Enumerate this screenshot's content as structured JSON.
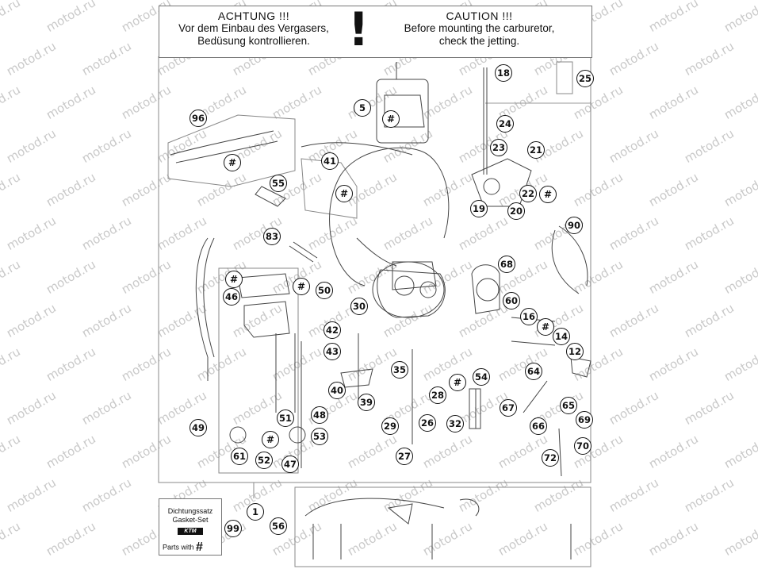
{
  "header": {
    "de_title": "ACHTUNG !!!",
    "de_line1": "Vor dem Einbau des Vergasers,",
    "de_line2": "Bedüsung kontrollieren.",
    "mark": "!",
    "en_title": "CAUTION !!!",
    "en_line1": "Before mounting the carburetor,",
    "en_line2": "check the jetting."
  },
  "gasket_set": {
    "line1": "Dichtungssatz",
    "line2": "Gasket-Set",
    "logo": "KTM",
    "parts_with": "Parts with",
    "hash": "#"
  },
  "watermark": "motod.ru",
  "callouts": [
    "1",
    "5",
    "12",
    "14",
    "16",
    "18",
    "19",
    "20",
    "21",
    "22",
    "23",
    "24",
    "25",
    "26",
    "27",
    "28",
    "29",
    "30",
    "32",
    "35",
    "39",
    "40",
    "41",
    "42",
    "43",
    "46",
    "47",
    "48",
    "49",
    "50",
    "51",
    "52",
    "53",
    "54",
    "55",
    "56",
    "60",
    "61",
    "64",
    "65",
    "66",
    "67",
    "68",
    "69",
    "70",
    "72",
    "83",
    "90",
    "96",
    "99"
  ],
  "hash_symbol": "#"
}
